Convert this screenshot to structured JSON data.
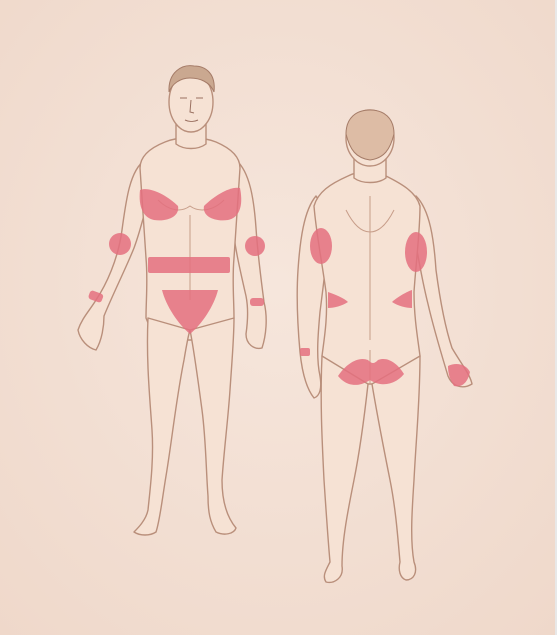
{
  "illustration": {
    "subject": "anatomical-body-diagram",
    "views": [
      "front",
      "back"
    ],
    "colors": {
      "background": "#f2dfd3",
      "skin": "#f6e2d4",
      "outline": "#b98f7b",
      "highlight": "#e4707f"
    },
    "highlighted_regions": {
      "front": [
        "left-armpit",
        "right-armpit",
        "left-elbow",
        "right-elbow",
        "left-wrist",
        "right-wrist",
        "waistband",
        "groin"
      ],
      "back": [
        "left-back-upper-arm",
        "right-back-upper-arm",
        "left-flank",
        "right-flank",
        "left-wrist",
        "right-wrist",
        "lower-buttocks"
      ]
    }
  }
}
